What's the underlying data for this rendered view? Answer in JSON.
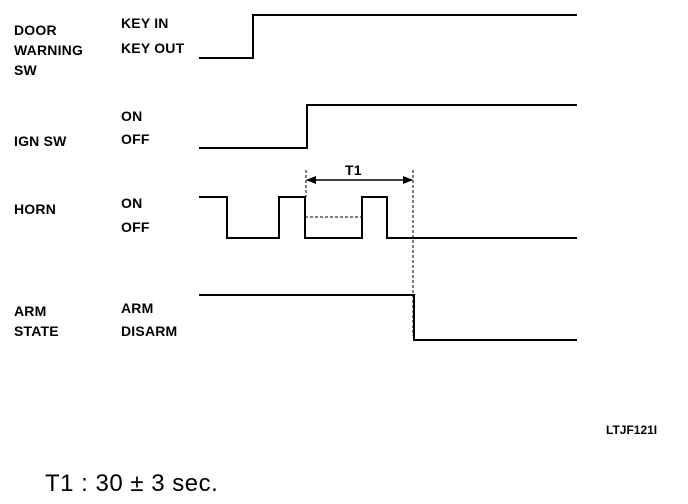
{
  "signals": [
    {
      "name_lines": [
        "DOOR",
        "WARNING",
        "SW"
      ],
      "high_label": "KEY IN",
      "low_label": "KEY OUT"
    },
    {
      "name_lines": [
        "IGN SW"
      ],
      "high_label": "ON",
      "low_label": "OFF"
    },
    {
      "name_lines": [
        "HORN"
      ],
      "high_label": "ON",
      "low_label": "OFF"
    },
    {
      "name_lines": [
        "ARM",
        "STATE"
      ],
      "high_label": "ARM",
      "low_label": "DISARM"
    }
  ],
  "interval_label": "T1",
  "drawing_code": "LTJF121I",
  "footnote": "T1 : 30 ± 3 sec."
}
